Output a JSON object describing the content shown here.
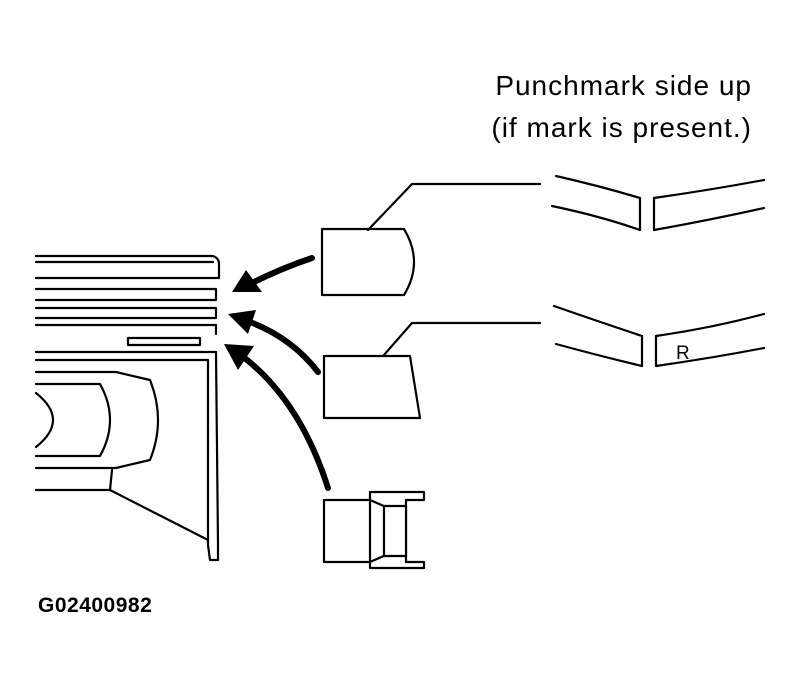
{
  "caption": {
    "line1": "Punchmark side up",
    "line2": "(if mark is present.)"
  },
  "ring_mark_letter": "R",
  "figure_id": "G02400982",
  "colors": {
    "ink": "#000000",
    "paper": "#ffffff"
  }
}
